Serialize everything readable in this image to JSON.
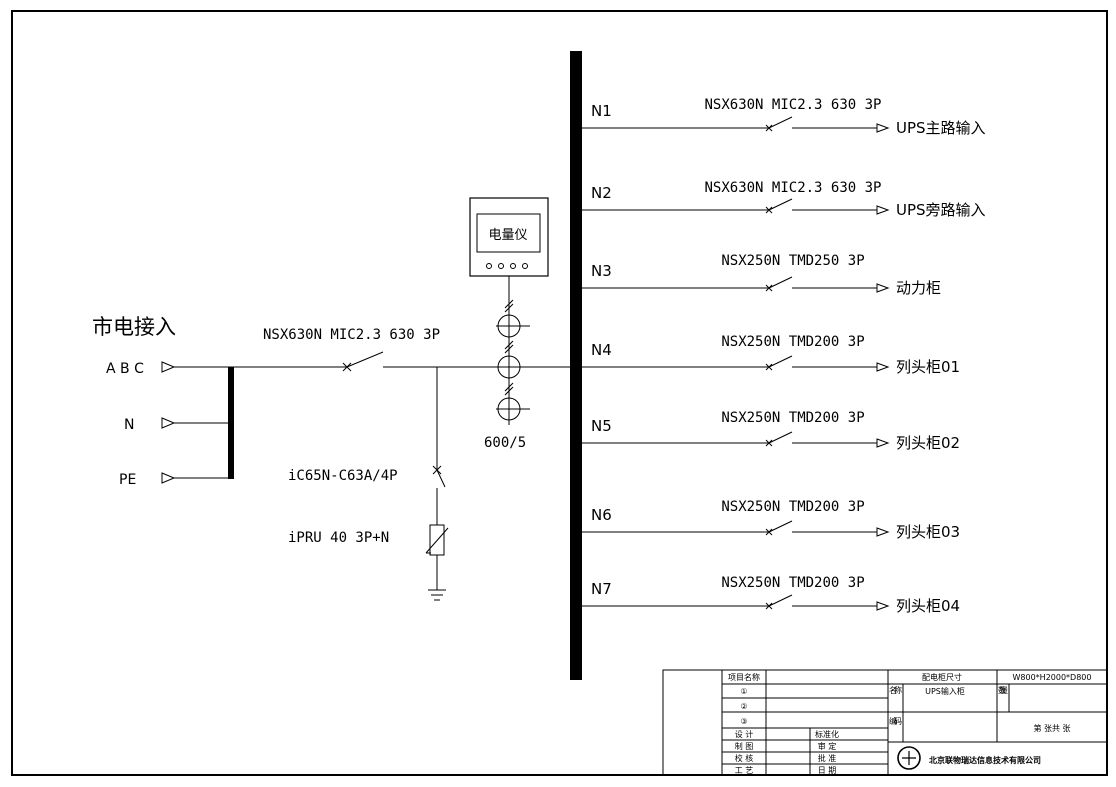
{
  "left": {
    "title": "市电接入",
    "phases": {
      "abc": "A B C",
      "n": "N",
      "pe": "PE"
    }
  },
  "main_breaker": "NSX630N MIC2.3 630 3P",
  "spd": {
    "breaker": "iC65N-C63A/4P",
    "model": "iPRU 40 3P+N"
  },
  "meter": {
    "label": "电量仪",
    "ct_ratio": "600/5"
  },
  "feeders": [
    {
      "id": "N1",
      "breaker": "NSX630N MIC2.3 630 3P",
      "dest": "UPS主路输入"
    },
    {
      "id": "N2",
      "breaker": "NSX630N MIC2.3 630 3P",
      "dest": "UPS旁路输入"
    },
    {
      "id": "N3",
      "breaker": "NSX250N TMD250 3P",
      "dest": "动力柜"
    },
    {
      "id": "N4",
      "breaker": "NSX250N TMD200 3P",
      "dest": "列头柜01"
    },
    {
      "id": "N5",
      "breaker": "NSX250N TMD200 3P",
      "dest": "列头柜02"
    },
    {
      "id": "N6",
      "breaker": "NSX250N TMD200 3P",
      "dest": "列头柜03"
    },
    {
      "id": "N7",
      "breaker": "NSX250N TMD200 3P",
      "dest": "列头柜04"
    }
  ],
  "title_block": {
    "project_name_label": "项目名称",
    "cabinet_size_label": "配电柜尺寸",
    "cabinet_size": "W800*H2000*D800",
    "row1": "①",
    "row2": "②",
    "row3": "③",
    "name_label": "名称",
    "name_value": "UPS输入柜",
    "qty_label": "数量",
    "code_label": "编码",
    "sheet": "第 张共 张",
    "design": "设 计",
    "standard": "标准化",
    "draft": "制 图",
    "review": "审 定",
    "check": "校 核",
    "approve": "批 准",
    "craft": "工 艺",
    "date": "日 期",
    "company": "北京联物瑞达信息技术有限公司"
  }
}
